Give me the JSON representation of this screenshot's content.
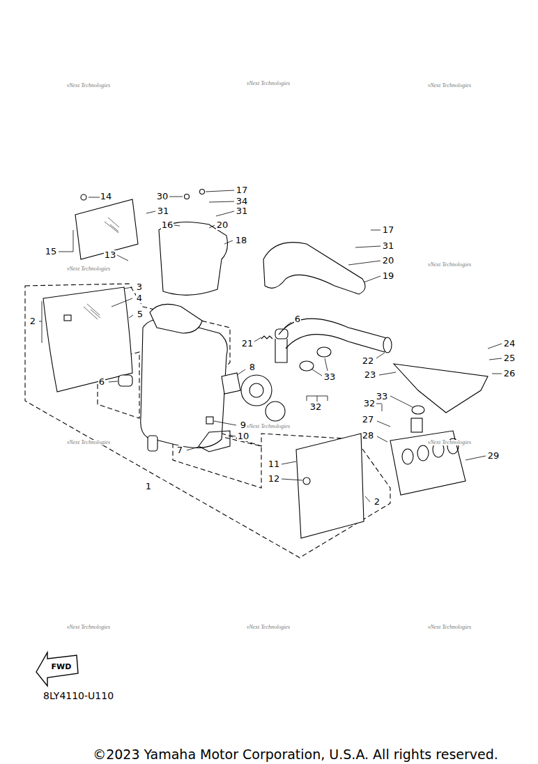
{
  "diagram": {
    "labels": [
      "vNext Technologies",
      "vNext Technologies",
      "vNext Technologies",
      "14",
      "30",
      "17",
      "34",
      "31",
      "31",
      "16",
      "20",
      "18",
      "15",
      "13",
      "vNext Technologies",
      "vNext Technologies",
      "3",
      "4",
      "2",
      "5",
      "6",
      "17",
      "31",
      "20",
      "19",
      "21",
      "22",
      "23",
      "24",
      "25",
      "26",
      "33",
      "8",
      "6",
      "32",
      "32",
      "33",
      "27",
      "28",
      "vNext Technologies",
      "vNext Technologies",
      "vNext Technologies",
      "29",
      "9",
      "10",
      "7",
      "11",
      "12",
      "1",
      "2",
      "vNext Technologies",
      "vNext Technologies",
      "vNext Technologies",
      "FWD",
      "8LY4110-U110",
      "©2023 Yamaha Motor Corporation, U.S.A. All rights reserved."
    ]
  }
}
